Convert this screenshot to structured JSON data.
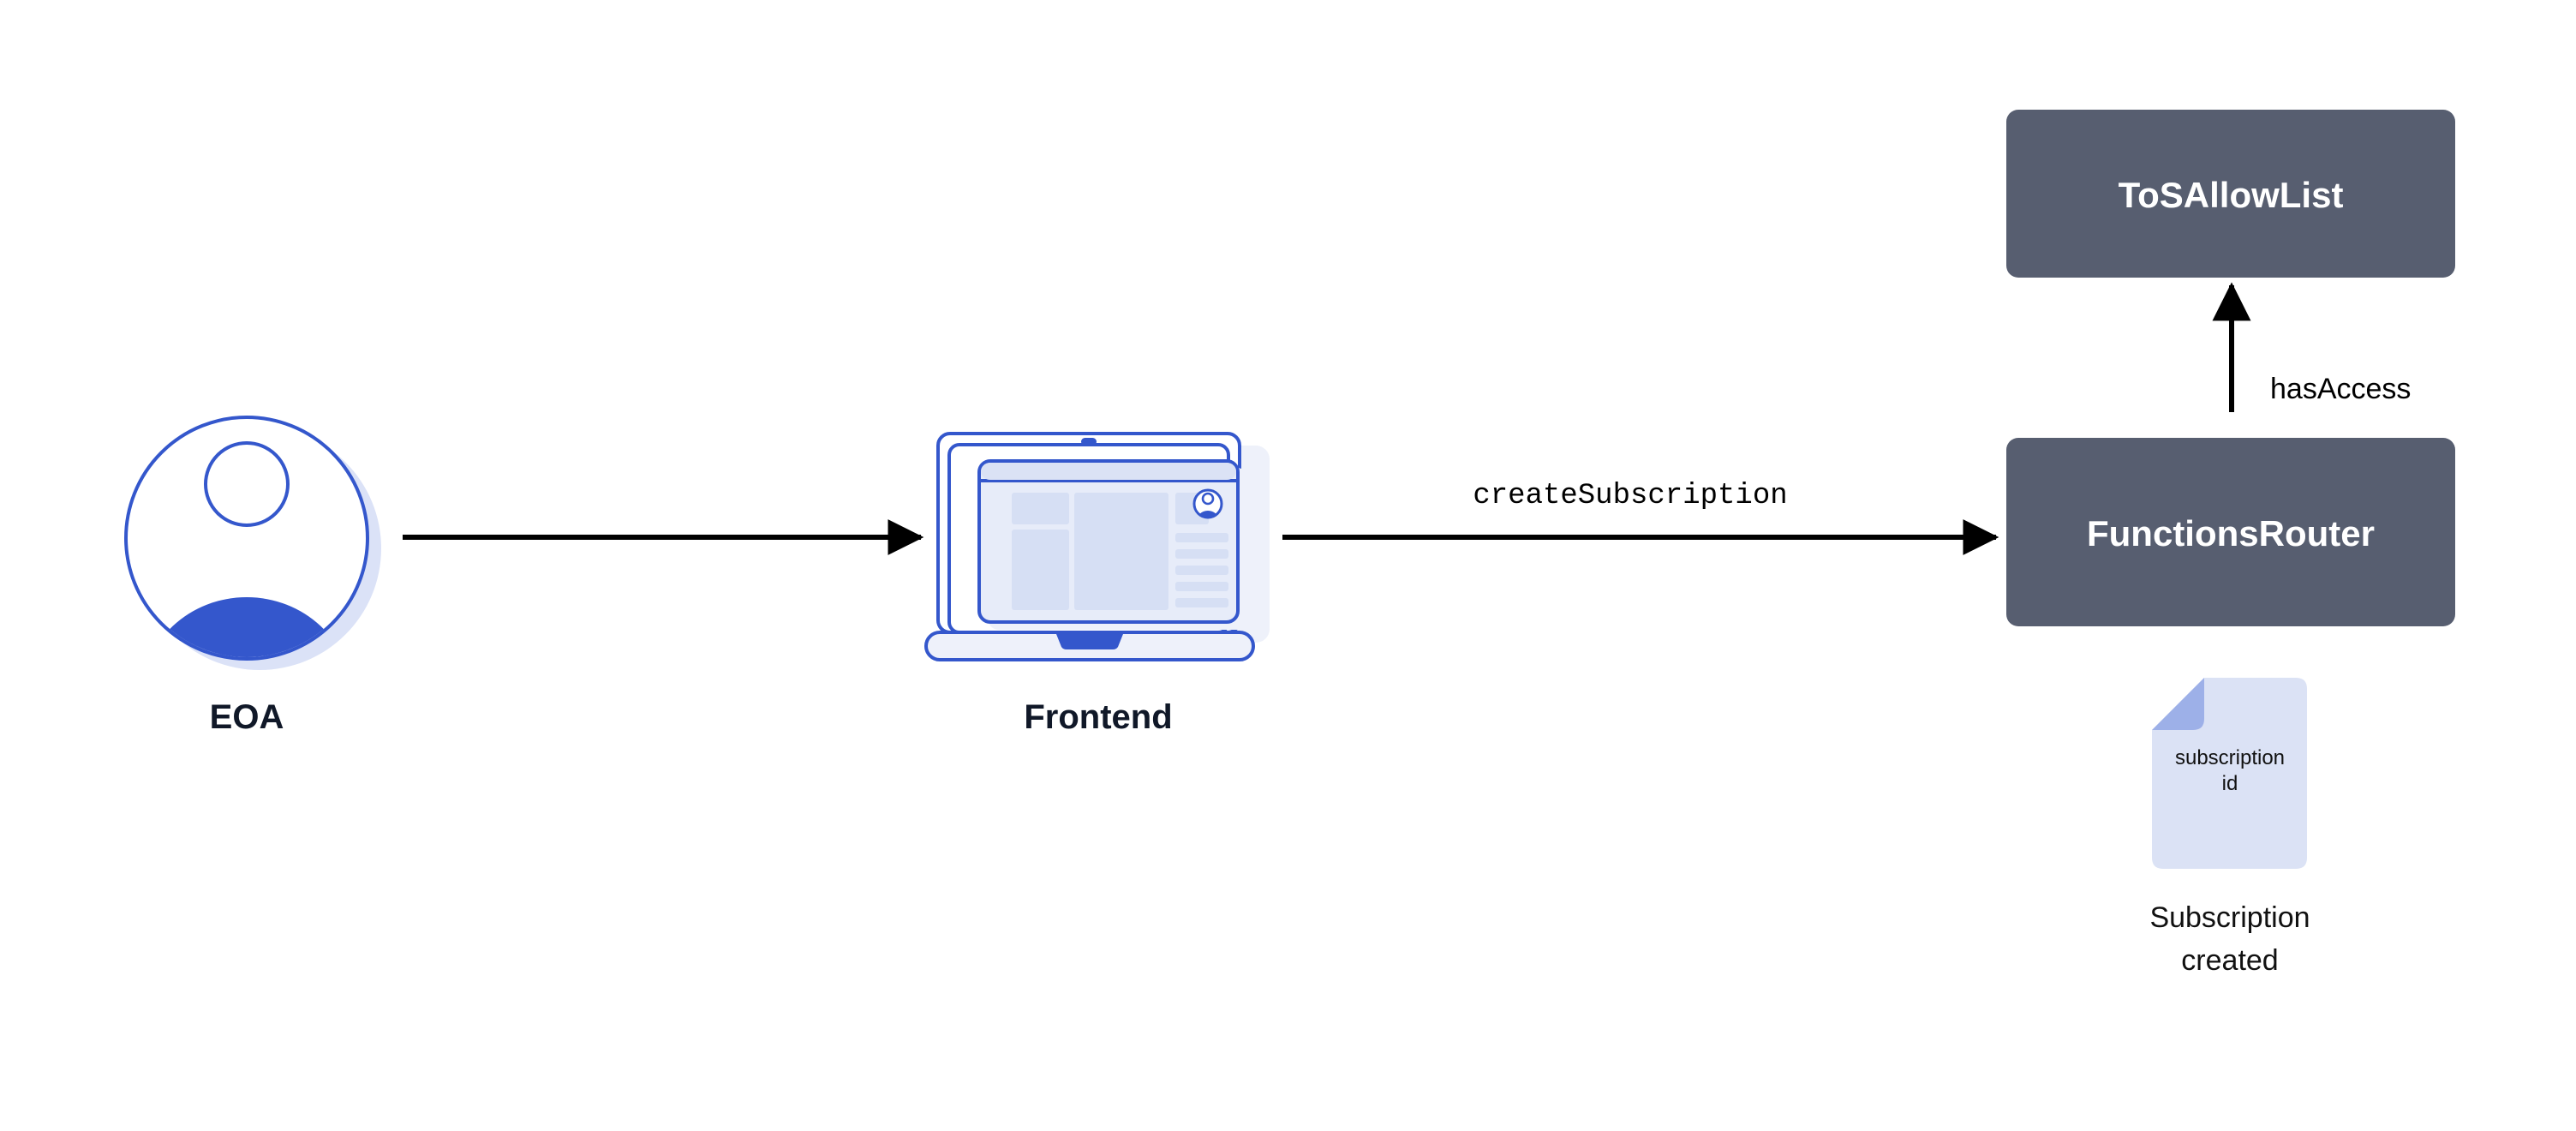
{
  "diagram": {
    "background_color": "#ffffff",
    "nodes": [
      {
        "id": "eoa",
        "kind": "actor",
        "label": "EOA",
        "icon": "user-avatar-icon",
        "label_color": "#101828",
        "accent_color": "#3457cc",
        "shadow_color": "#dbe2f7"
      },
      {
        "id": "frontend",
        "kind": "device",
        "label": "Frontend",
        "icon": "laptop-icon",
        "label_color": "#101828",
        "accent_color": "#3457cc",
        "screen_fill": "#e7ecf9",
        "block_fill": "#d6dff4"
      },
      {
        "id": "tos-allow-list",
        "kind": "contract-box",
        "label": "ToSAllowList",
        "fill": "#575e70",
        "text_color": "#ffffff"
      },
      {
        "id": "functions-router",
        "kind": "contract-box",
        "label": "FunctionsRouter",
        "fill": "#575e70",
        "text_color": "#ffffff"
      },
      {
        "id": "subscription-doc",
        "kind": "document",
        "doc_line_1": "subscription",
        "doc_line_2": "id",
        "caption_line_1": "Subscription",
        "caption_line_2": "created",
        "body_fill": "#dbe2f5",
        "fold_fill": "#9db0e8",
        "text_color": "#111111"
      }
    ],
    "edges": [
      {
        "id": "eoa-to-frontend",
        "from": "eoa",
        "to": "frontend",
        "label": "",
        "direction": "right",
        "color": "#000000"
      },
      {
        "id": "frontend-to-router",
        "from": "frontend",
        "to": "functions-router",
        "label": "createSubscription",
        "label_style": "monospace",
        "direction": "right",
        "color": "#000000"
      },
      {
        "id": "router-to-allowlist",
        "from": "functions-router",
        "to": "tos-allow-list",
        "label": "hasAccess",
        "label_style": "sans",
        "direction": "up",
        "color": "#000000"
      }
    ]
  }
}
